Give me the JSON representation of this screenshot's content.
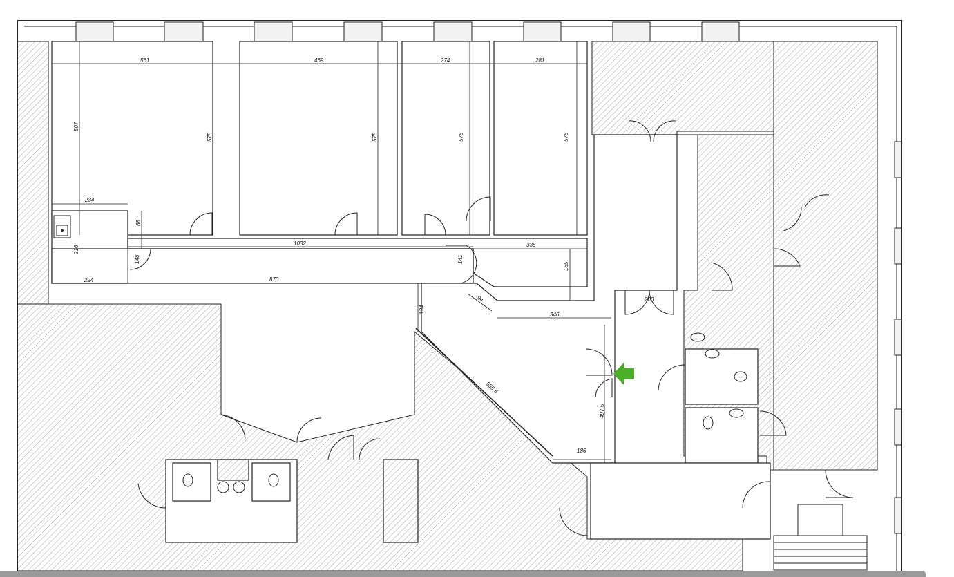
{
  "plan": {
    "dimensions": {
      "d561": "561",
      "d469": "469",
      "d274": "274",
      "d281": "281",
      "d507": "507",
      "d575a": "575",
      "d575b": "575",
      "d575c": "575",
      "d575d": "575",
      "d234": "234",
      "d68": "68",
      "d216": "216",
      "d1032": "1032",
      "d338": "338",
      "d148": "148",
      "d141": "141",
      "d185": "185",
      "d224": "224",
      "d870": "870",
      "d94": "94",
      "d200": "200",
      "d134": "134",
      "d346": "346",
      "d5855": "585,5",
      "d4975": "497,5",
      "d186": "186"
    },
    "entrance_arrow_color": "#4caf28",
    "hatch_color": "#8a8a8a",
    "wall_color": "#222222"
  },
  "icons": {
    "entrance": "entrance-arrow-icon",
    "sink": "sink-icon",
    "toilet": "toilet-icon",
    "kitchen_sink": "kitchen-sink-icon"
  }
}
